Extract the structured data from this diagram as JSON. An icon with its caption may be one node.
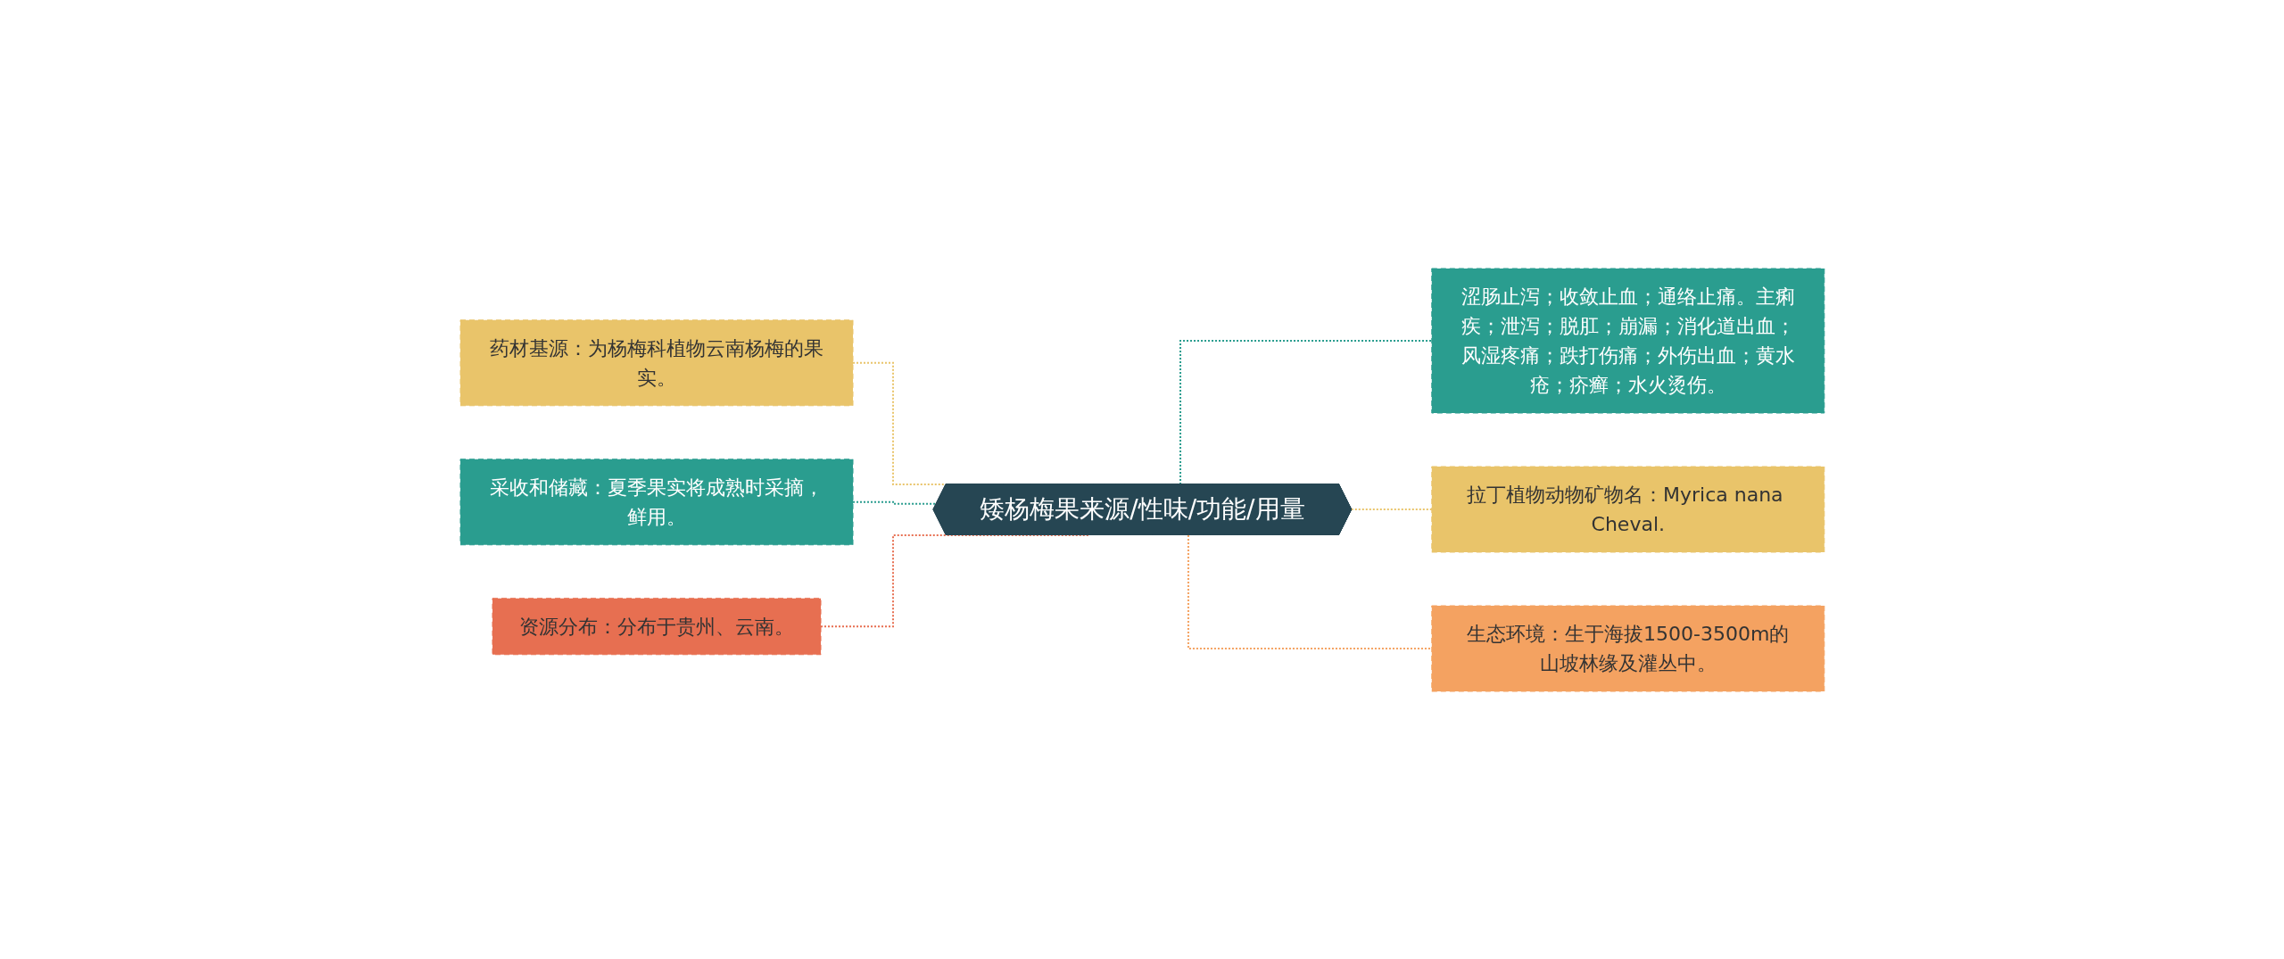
{
  "diagram": {
    "nodes": [
      {
        "text": [
          "药材基源：为杨梅科植物云南杨梅的果实。"
        ]
      },
      {
        "text": [
          "采收和储藏：夏季果实将成熟时采摘，鲜用。"
        ]
      },
      {
        "text": [
          "资源分布：分布于贵州、云南。"
        ]
      },
      {
        "text": [
          "矮杨梅果来源/性味/功能/用量"
        ]
      },
      {
        "text": [
          "涩肠止泻；收敛止血；通络止痛。主痢疾；泄泻；脱肛；崩漏；消化道出血；风湿疼痛；跌打伤痛；外伤出血；黄水疮；疥癣；水火烫伤。"
        ]
      },
      {
        "text": [
          "拉丁植物动物矿物名：Myrica nana Cheval."
        ]
      },
      {
        "text": [
          "生态环境：生于海拔1500-3500m的山坡林缘及灌丛中。"
        ]
      }
    ],
    "edges": [
      {
        "from": 0,
        "to": 3,
        "arrow": "none",
        "style": "dashed",
        "color": "#e9c46a"
      },
      {
        "from": 1,
        "to": 3,
        "arrow": "none",
        "style": "dashed",
        "color": "#2a9d8f"
      },
      {
        "from": 2,
        "to": 3,
        "arrow": "none",
        "style": "dashed",
        "color": "#e76f51"
      },
      {
        "from": 3,
        "to": 4,
        "arrow": "none",
        "style": "dashed",
        "color": "#2a9d8f"
      },
      {
        "from": 3,
        "to": 5,
        "arrow": "none",
        "style": "dashed",
        "color": "#e9c46a"
      },
      {
        "from": 3,
        "to": 6,
        "arrow": "none",
        "style": "dashed",
        "color": "#f4a261"
      }
    ]
  }
}
